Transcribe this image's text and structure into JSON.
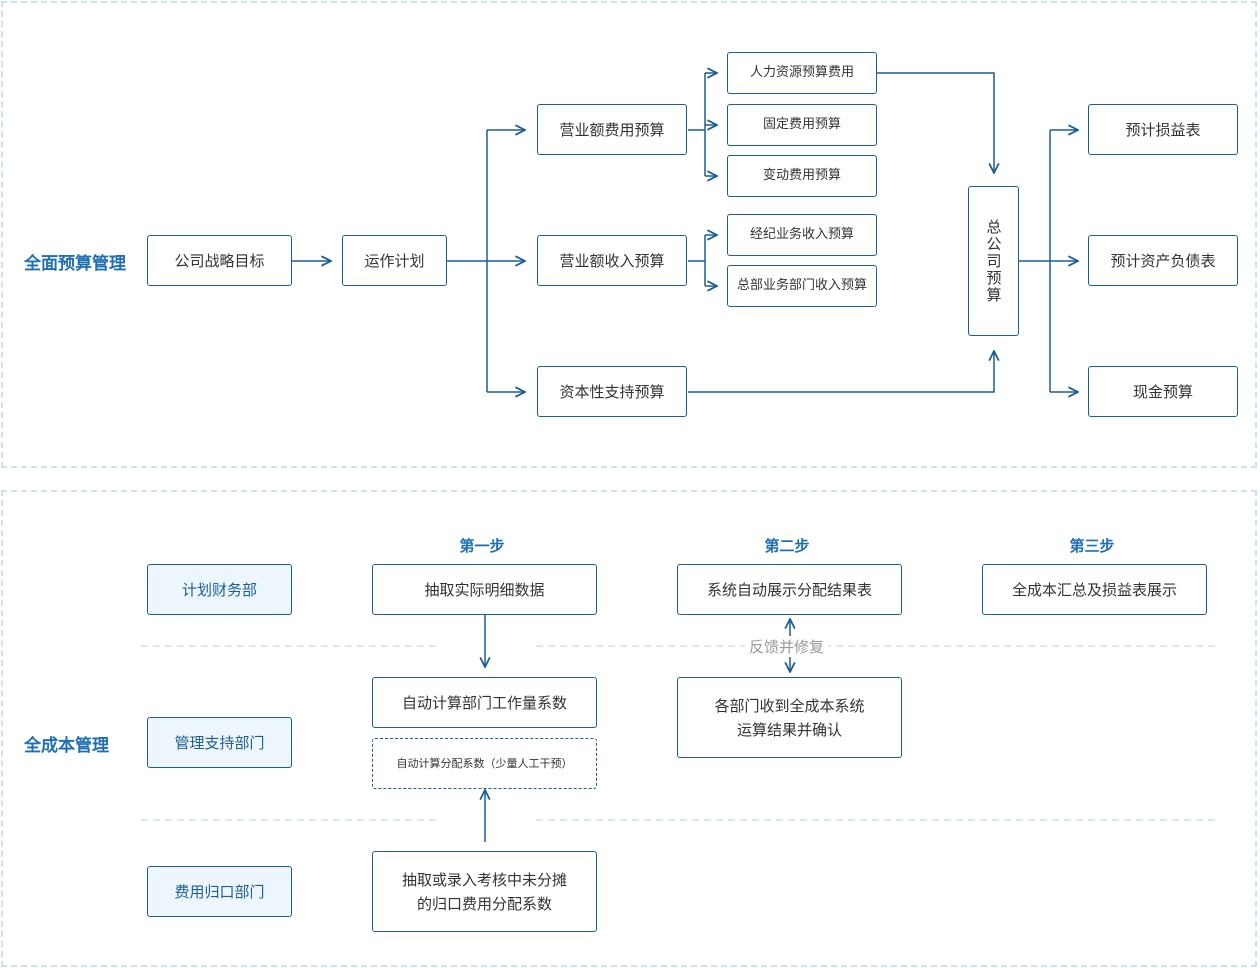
{
  "top": {
    "title": "全面预算管理",
    "strategy": "公司战略目标",
    "plan": "运作计划",
    "revenue_expense_budget": "营业额费用预算",
    "revenue_income_budget": "营业额收入预算",
    "capital_budget": "资本性支持预算",
    "hr_budget": "人力资源预算费用",
    "fixed_budget": "固定费用预算",
    "variable_budget": "变动费用预算",
    "brokerage_budget": "经纪业务收入预算",
    "hq_budget": "总部业务部门收入预算",
    "company_budget": "总公司预算",
    "pl_forecast": "预计损益表",
    "bs_forecast": "预计资产负债表",
    "cash_budget": "现金预算"
  },
  "bottom": {
    "title": "全成本管理",
    "dept_finance": "计划财务部",
    "dept_support": "管理支持部门",
    "dept_expense": "费用归口部门",
    "step1": "第一步",
    "step2": "第二步",
    "step3": "第三步",
    "extract_data": "抽取实际明细数据",
    "auto_workload": "自动计算部门工作量系数",
    "auto_alloc": "自动计算分配系数（少量人工干预）",
    "extract_coef_line1": "抽取或录入考核中未分摊",
    "extract_coef_line2": "的归口费用分配系数",
    "system_show": "系统自动展示分配结果表",
    "dept_confirm_line1": "各部门收到全成本系统",
    "dept_confirm_line2": "运算结果并确认",
    "feedback": "反馈并修复",
    "summary": "全成本汇总及损益表展示"
  },
  "colors": {
    "line": "#1b5e96",
    "title": "#1f6fb5",
    "dept_fill": "#eef6fd",
    "panel_border": "#cfe0ee",
    "divider": "#cfe0ee"
  }
}
